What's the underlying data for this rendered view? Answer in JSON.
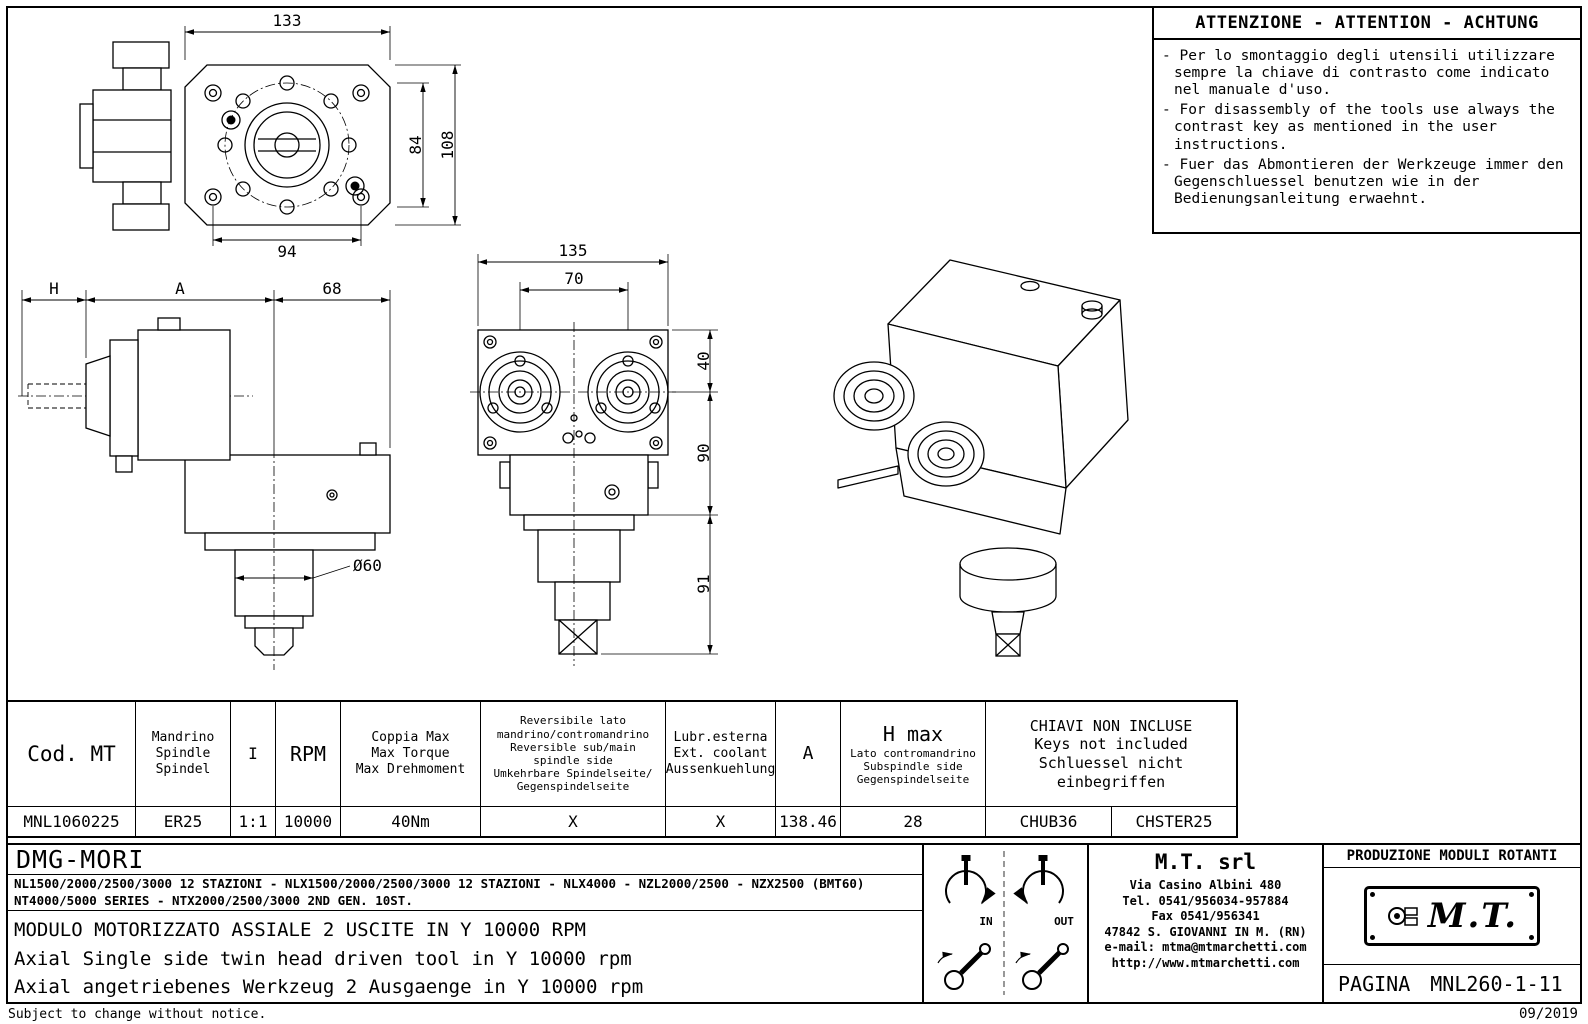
{
  "attention": {
    "title": "ATTENZIONE - ATTENTION - ACHTUNG",
    "items": [
      "- Per lo smontaggio degli utensili utilizzare sempre la chiave di contrasto come indicato nel manuale d'uso.",
      "- For disassembly of the tools use always the contrast key as mentioned in the user instructions.",
      "- Fuer das Abmontieren der Werkzeuge immer den Gegenschluessel benutzen wie in der Bedienungsanleitung erwaehnt."
    ]
  },
  "drawings": {
    "front_view": {
      "width": "133",
      "inner_height": "84",
      "height": "108",
      "bolt_spacing": "94"
    },
    "side_view": {
      "h": "H",
      "a": "A",
      "depth": "68",
      "spindle_dia": "Ø60"
    },
    "twin_view": {
      "width": "135",
      "spindle_spacing": "70",
      "top_to_axis": "40",
      "axis_to_flange": "90",
      "flange_to_tip": "91"
    }
  },
  "table": {
    "headers": {
      "cod": "Cod. MT",
      "spindle": "Mandrino\nSpindle\nSpindel",
      "ratio": "I",
      "rpm": "RPM",
      "torque": "Coppia Max\nMax Torque\nMax Drehmoment",
      "reversible": "Reversibile lato\nmandrino/contromandrino\nReversible sub/main\nspindle side\nUmkehrbare Spindelseite/\nGegenspindelseite",
      "coolant": "Lubr.esterna\nExt. coolant\nAussenkuehlung",
      "a": "A",
      "hmax_main": "H max",
      "hmax_sub": "Lato contromandrino\nSubspindle side\nGegenspindelseite",
      "keys": "CHIAVI NON INCLUSE\nKeys not included\nSchluessel nicht einbegriffen"
    },
    "row": {
      "cod": "MNL1060225",
      "spindle": "ER25",
      "ratio": "1:1",
      "rpm": "10000",
      "torque": "40Nm",
      "reversible": "X",
      "coolant": "X",
      "a": "138.46",
      "hmax": "28",
      "key1": "CHUB36",
      "key2": "CHSTER25"
    }
  },
  "footer": {
    "brand": "DMG-MORI",
    "machines_line1": "NL1500/2000/2500/3000 12 STAZIONI - NLX1500/2000/2500/3000 12 STAZIONI - NLX4000 - NZL2000/2500 - NZX2500 (BMT60)",
    "machines_line2": "NT4000/5000 SERIES - NTX2000/2500/3000 2ND GEN. 10ST.",
    "title_it": "MODULO MOTORIZZATO ASSIALE 2 USCITE IN Y 10000 RPM",
    "title_en": "Axial Single side twin head driven tool in Y 10000 rpm",
    "title_de": "Axial angetriebenes Werkzeug 2 Ausgaenge in Y 10000 rpm",
    "rotation": {
      "in": "IN",
      "out": "OUT"
    },
    "company": {
      "name": "M.T. srl",
      "address": "Via Casino Albini 480",
      "tel": "Tel. 0541/956034-957884",
      "fax": "Fax 0541/956341",
      "city": "47842 S. GIOVANNI IN M. (RN)",
      "email": "e-mail: mtma@mtmarchetti.com",
      "web": "http://www.mtmarchetti.com"
    },
    "production": "PRODUZIONE MODULI ROTANTI",
    "logo_text": "M.T.",
    "page_label": "PAGINA",
    "page_value": "MNL260-1-11",
    "note": "Subject to change without notice.",
    "date": "09/2019"
  }
}
